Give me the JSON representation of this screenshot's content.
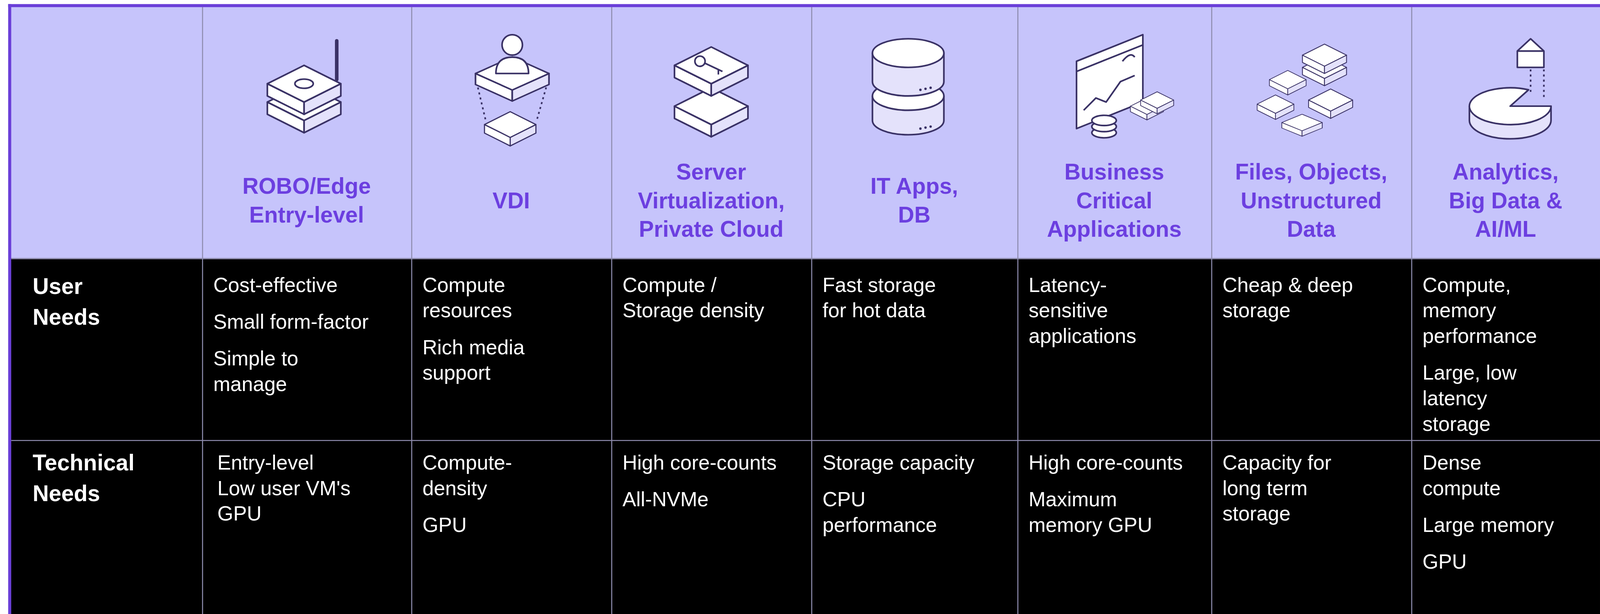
{
  "diagram": {
    "labels": [
      "ROBO/Edge Entry-level",
      "VDI",
      "Server Virtualization, Private Cloud",
      "IT Apps, DB",
      "Business Critical Applications",
      "Files, Objects, Unstructured Data",
      "Analytics, Big Data & AI/ML",
      "User Needs",
      "Cost-effective",
      "Small form-factor",
      "Simple to manage",
      "Compute resources",
      "Rich media support",
      "Compute / Storage density",
      "Fast storage for hot data",
      "Latency-sensitive applications",
      "Cheap & deep storage",
      "Compute, memory performance",
      "Large, low latency storage",
      "Technical Needs",
      "Entry-level",
      "Low user VM's",
      "GPU",
      "Compute-density",
      "GPU",
      "High core-counts",
      "All-NVMe",
      "Storage capacity",
      "CPU performance",
      "High core-counts",
      "Maximum memory GPU",
      "Capacity for long term storage",
      "Dense compute",
      "Large memory",
      "GPU"
    ]
  }
}
